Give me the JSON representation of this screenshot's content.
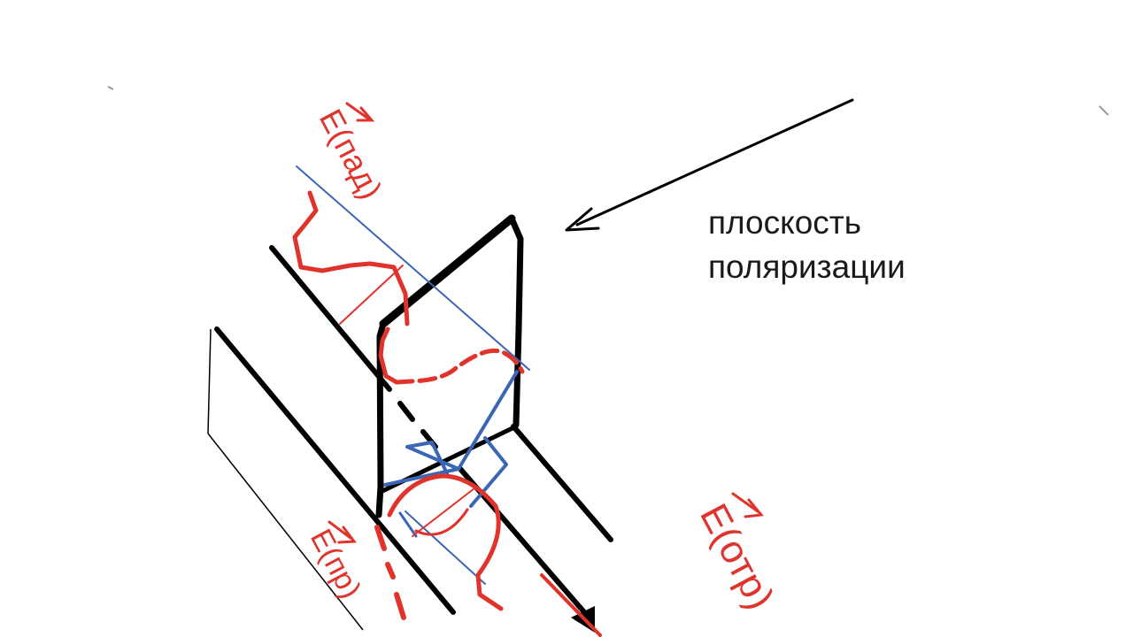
{
  "labels": {
    "plane_line1": "плоскость",
    "plane_line2": "поляризации",
    "e_incident": "E(пад)",
    "e_refracted": "E(пр)",
    "e_reflected": "E(отр)"
  },
  "colors": {
    "ink": "#000000",
    "field": "#e0332c",
    "construction": "#3a66b5"
  }
}
